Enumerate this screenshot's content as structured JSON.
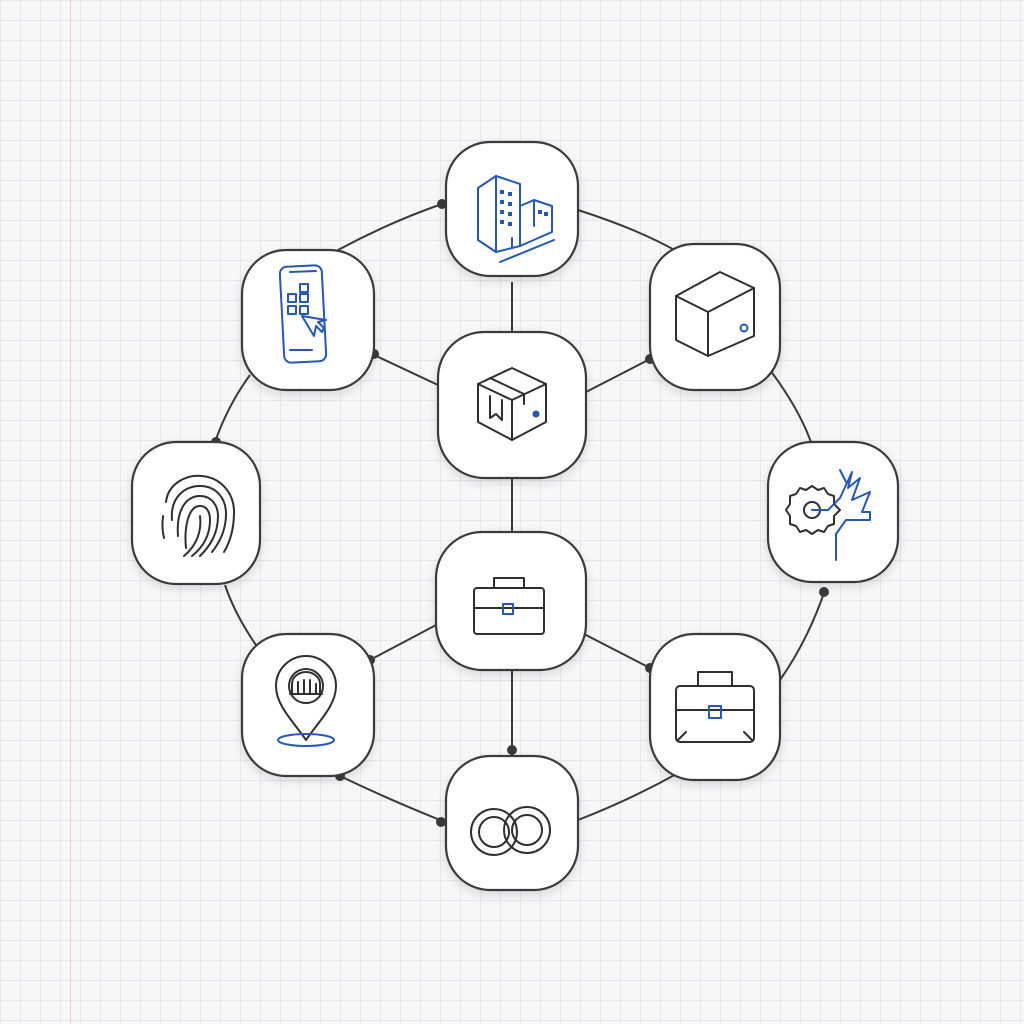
{
  "diagram": {
    "colors": {
      "background": "#f7f7f8",
      "grid": "#e6e6ec",
      "margin_line": "#f0c9cf",
      "stroke": "#3a3a3a",
      "accent_blue": "#2457b8",
      "node_fill": "#ffffff"
    },
    "nodes": [
      {
        "id": "office-building",
        "icon": "office-building-icon"
      },
      {
        "id": "storage-box",
        "icon": "cube-box-icon"
      },
      {
        "id": "gear-power",
        "icon": "gear-lightning-icon"
      },
      {
        "id": "briefcase-right",
        "icon": "briefcase-icon"
      },
      {
        "id": "linked-rings",
        "icon": "linked-rings-icon"
      },
      {
        "id": "location-pin",
        "icon": "location-pin-icon"
      },
      {
        "id": "fingerprint",
        "icon": "fingerprint-icon"
      },
      {
        "id": "mobile-app",
        "icon": "mobile-app-icon"
      },
      {
        "id": "package-center",
        "icon": "package-icon"
      },
      {
        "id": "briefcase-center",
        "icon": "briefcase-icon"
      }
    ]
  }
}
